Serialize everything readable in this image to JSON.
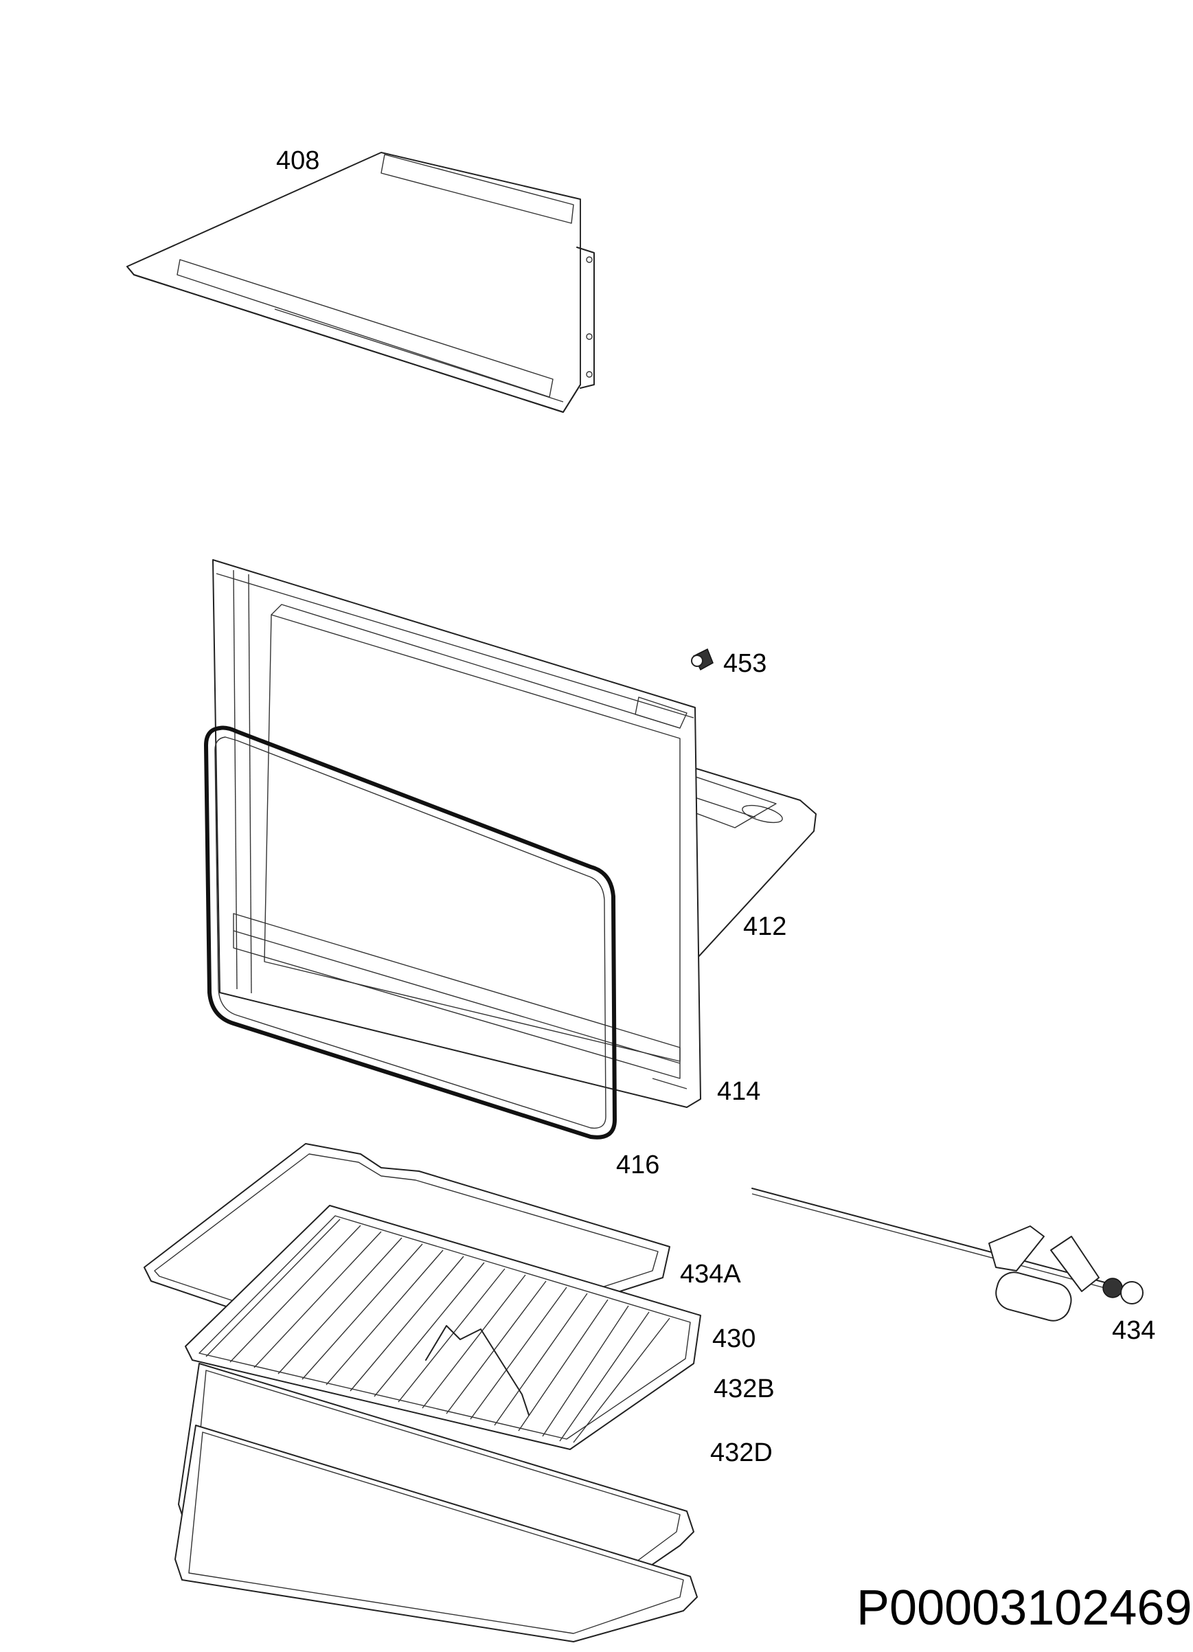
{
  "parts": [
    {
      "id": "408",
      "label": "408",
      "name": "oven-roof-cover"
    },
    {
      "id": "453",
      "label": "453",
      "name": "fastener"
    },
    {
      "id": "412",
      "label": "412",
      "name": "back-panel"
    },
    {
      "id": "414",
      "label": "414",
      "name": "oven-door-frame"
    },
    {
      "id": "416",
      "label": "416",
      "name": "door-seal-gasket"
    },
    {
      "id": "434A",
      "label": "434A",
      "name": "grill-pan-frame"
    },
    {
      "id": "430",
      "label": "430",
      "name": "wire-shelf-grid"
    },
    {
      "id": "432B",
      "label": "432B",
      "name": "baking-tray-shallow"
    },
    {
      "id": "432D",
      "label": "432D",
      "name": "baking-tray-deep"
    },
    {
      "id": "434",
      "label": "434",
      "name": "rotisserie-spit"
    }
  ],
  "document_code": "P00003102469",
  "colors": {
    "line": "#222222",
    "background": "#ffffff"
  }
}
